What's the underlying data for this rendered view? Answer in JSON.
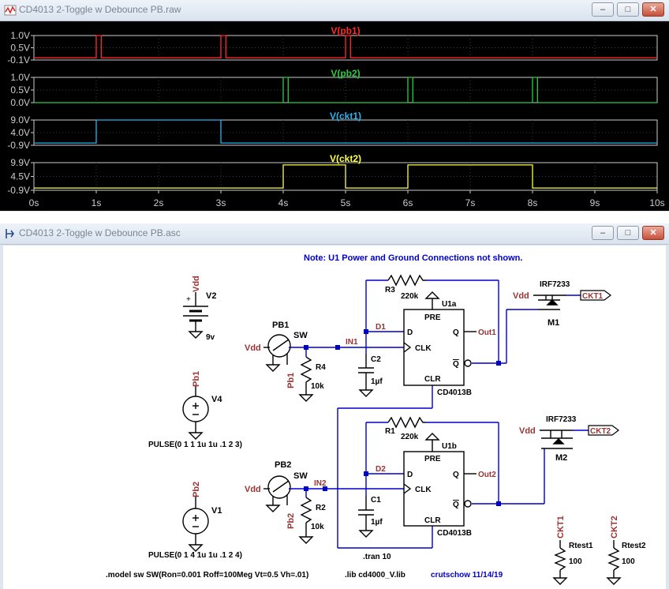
{
  "waveform_window": {
    "title": "CD4013  2-Toggle w Debounce PB.raw",
    "buttons": {
      "minimize": "–",
      "maximize": "□",
      "close": "✕"
    },
    "x_ticks": [
      "0s",
      "1s",
      "2s",
      "3s",
      "4s",
      "5s",
      "6s",
      "7s",
      "8s",
      "9s",
      "10s"
    ],
    "colors": {
      "pb1": "#ff2a2a",
      "pb2": "#2ecc40",
      "ckt1": "#28b4f0",
      "ckt2": "#ffff44",
      "axis": "#cccccc",
      "grid": "#3a3a3a"
    }
  },
  "chart_data": [
    {
      "type": "line",
      "title": "V(pb1)",
      "yticks": [
        "1.0V",
        "0.5V",
        "-0.1V"
      ],
      "ylim": [
        -0.1,
        1.0
      ],
      "xlim": [
        0,
        10
      ],
      "series": [
        {
          "name": "V(pb1)",
          "x": [
            0,
            1,
            1,
            1.08,
            1.08,
            3,
            3,
            3.08,
            3.08,
            5,
            5,
            5.08,
            5.08,
            10
          ],
          "y": [
            0,
            0,
            1,
            1,
            0,
            0,
            1,
            1,
            0,
            0,
            1,
            1,
            0,
            0
          ]
        }
      ]
    },
    {
      "type": "line",
      "title": "V(pb2)",
      "yticks": [
        "1.0V",
        "0.5V",
        "0.0V"
      ],
      "ylim": [
        0,
        1.0
      ],
      "xlim": [
        0,
        10
      ],
      "series": [
        {
          "name": "V(pb2)",
          "x": [
            0,
            4,
            4,
            4.08,
            4.08,
            6,
            6,
            6.08,
            6.08,
            8,
            8,
            8.08,
            8.08,
            10
          ],
          "y": [
            0,
            0,
            1,
            1,
            0,
            0,
            1,
            1,
            0,
            0,
            1,
            1,
            0,
            0
          ]
        }
      ]
    },
    {
      "type": "line",
      "title": "V(ckt1)",
      "yticks": [
        "9.0V",
        "4.0V",
        "-0.9V"
      ],
      "ylim": [
        -0.9,
        9.0
      ],
      "xlim": [
        0,
        10
      ],
      "series": [
        {
          "name": "V(ckt1)",
          "x": [
            0,
            1,
            1,
            3,
            3,
            6,
            6,
            10
          ],
          "y": [
            0,
            0,
            9,
            9,
            0,
            0,
            0,
            0
          ]
        }
      ]
    },
    {
      "type": "line",
      "title": "V(ckt2)",
      "yticks": [
        "9.9V",
        "4.5V",
        "-0.9V"
      ],
      "ylim": [
        -0.9,
        9.9
      ],
      "xlim": [
        0,
        10
      ],
      "series": [
        {
          "name": "V(ckt2)",
          "x": [
            0,
            4,
            4,
            5,
            5,
            6,
            6,
            8,
            8,
            10
          ],
          "y": [
            0,
            0,
            9,
            9,
            0,
            0,
            9,
            9,
            0,
            0
          ]
        }
      ]
    }
  ],
  "schematic_window": {
    "title": "CD4013  2-Toggle w Debounce PB.asc",
    "buttons": {
      "minimize": "–",
      "maximize": "□",
      "close": "✕"
    },
    "note": "Note:  U1 Power and Ground Connections not shown.",
    "labels": {
      "v2": "V2",
      "v2_val": "9v",
      "vdd": "Vdd",
      "pb1": "PB1",
      "pb2": "PB2",
      "sw": "SW",
      "pb1_net": "Pb1",
      "pb2_net": "Pb2",
      "v4": "V4",
      "v1": "V1",
      "pulse1": "PULSE(0 1 1 1u 1u .1 2 3)",
      "pulse2": "PULSE(0 1 4 1u 1u .1 2 4)",
      "r4": "R4",
      "r4_val": "10k",
      "r2": "R2",
      "r2_val": "10k",
      "r3": "R3",
      "r3_val": "220k",
      "r1": "R1",
      "r1_val": "220k",
      "c2": "C2",
      "c2_val": "1µf",
      "c1": "C1",
      "c1_val": "1µf",
      "in1": "IN1",
      "in2": "IN2",
      "d1": "D1",
      "d2": "D2",
      "u1a": "U1a",
      "u1b": "U1b",
      "pre": "PRE",
      "clr": "CLR",
      "pin_d": "D",
      "pin_clk": "CLK",
      "pin_q": "Q",
      "pin_qbar": "Q",
      "part": "CD4013B",
      "out1": "Out1",
      "out2": "Out2",
      "irf": "IRF7233",
      "m1": "M1",
      "m2": "M2",
      "ckt1": "CKT1",
      "ckt2": "CKT2",
      "rtest1": "Rtest1",
      "rtest2": "Rtest2",
      "rtest_val": "100",
      "tran": ".tran 10",
      "model": ".model sw SW(Ron=0.001 Roff=100Meg Vt=0.5 Vh=.01)",
      "lib": ".lib cd4000_V.lib",
      "credit": "crutschow 11/14/19"
    }
  }
}
